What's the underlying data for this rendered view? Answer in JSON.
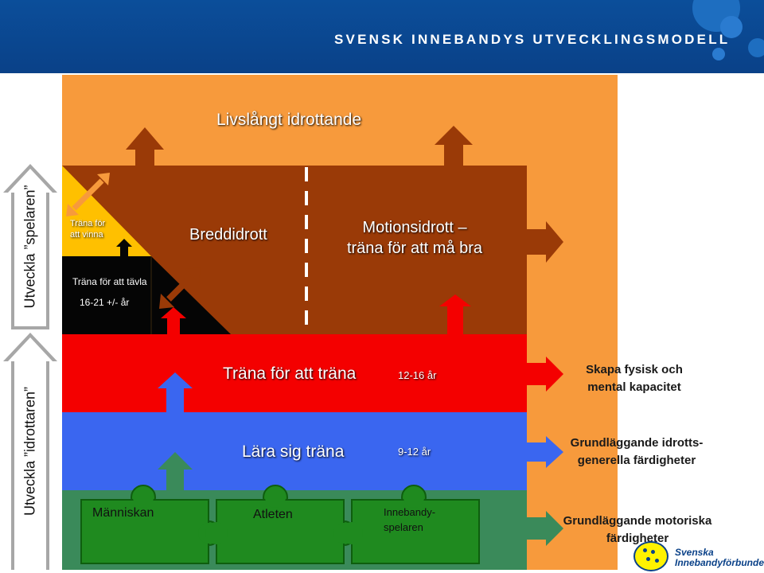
{
  "header": {
    "title": "SVENSK INNEBANDYS UTVECKLINGSMODELL"
  },
  "side": {
    "top_label": "Utveckla ”spelaren”",
    "bottom_label": "Utveckla ”idrottaren”"
  },
  "levels": {
    "lifelong": "Livslångt idrottande",
    "train_to_win": [
      "Träna för",
      "att vinna"
    ],
    "train_to_compete": "Träna för att tävla",
    "compete_age": "16-21 +/- år",
    "breddidrott": "Breddidrott",
    "motionsidrott": [
      "Motionsidrott –",
      "träna för att må bra"
    ],
    "train_to_train": "Träna för att träna",
    "train_to_train_age": "12-16 år",
    "learn_to_train": "Lära sig träna",
    "learn_to_train_age": "9-12 år"
  },
  "puzzle": {
    "piece1": "Människan",
    "piece2": "Atleten",
    "piece3": [
      "Innebandy-",
      "spelaren"
    ]
  },
  "outcomes": {
    "red": [
      "Skapa fysisk och",
      "mental kapacitet"
    ],
    "blue": [
      "Grundläggande idrotts-",
      "generella färdigheter"
    ],
    "green": [
      "Grundläggande motoriska",
      "färdigheter"
    ]
  },
  "logo": {
    "text": [
      "Svenska",
      "Innebandyförbundet"
    ]
  },
  "colors": {
    "orange": "#f79a3c",
    "brown": "#9a3a07",
    "red": "#f40000",
    "blue": "#3a66f0",
    "green": "#3a8a5a",
    "yellow": "#ffc000"
  }
}
